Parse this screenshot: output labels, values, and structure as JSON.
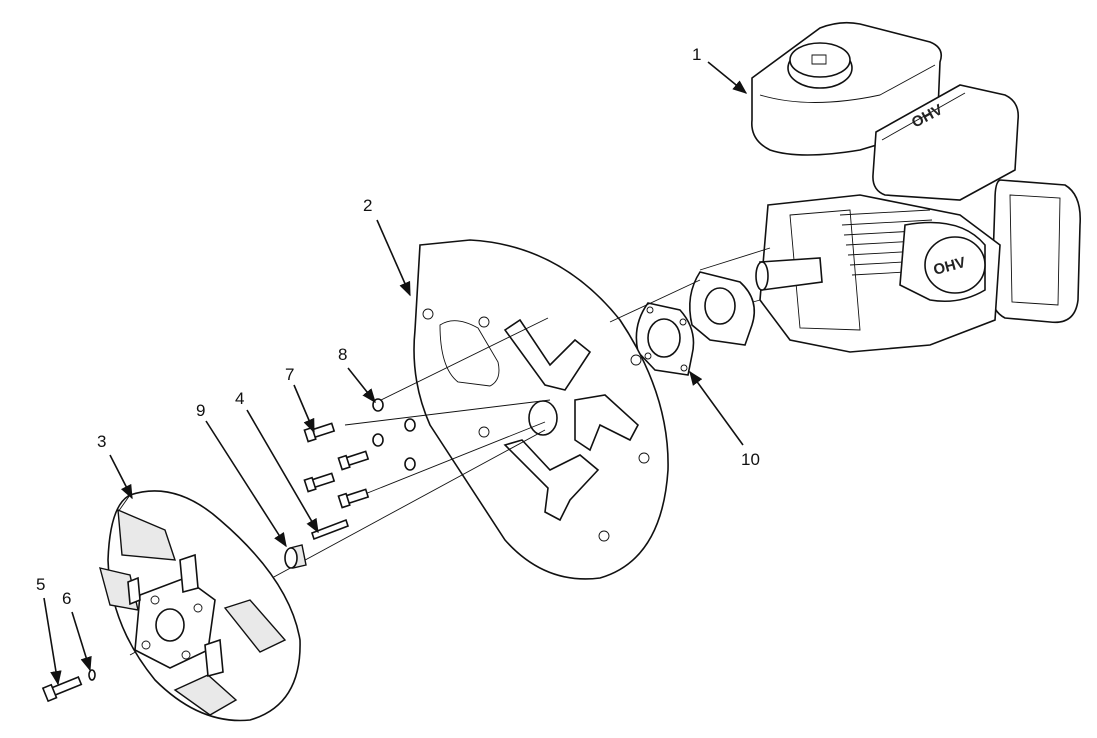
{
  "callouts": [
    {
      "id": "1",
      "label": "1"
    },
    {
      "id": "2",
      "label": "2"
    },
    {
      "id": "3",
      "label": "3"
    },
    {
      "id": "4",
      "label": "4"
    },
    {
      "id": "5",
      "label": "5"
    },
    {
      "id": "6",
      "label": "6"
    },
    {
      "id": "7",
      "label": "7"
    },
    {
      "id": "8",
      "label": "8"
    },
    {
      "id": "9",
      "label": "9"
    },
    {
      "id": "10",
      "label": "10"
    }
  ],
  "engine_markings": {
    "valve_cover_text": "OHV",
    "top_text": "OHV"
  },
  "colors": {
    "line": "#111111",
    "background": "#ffffff"
  }
}
